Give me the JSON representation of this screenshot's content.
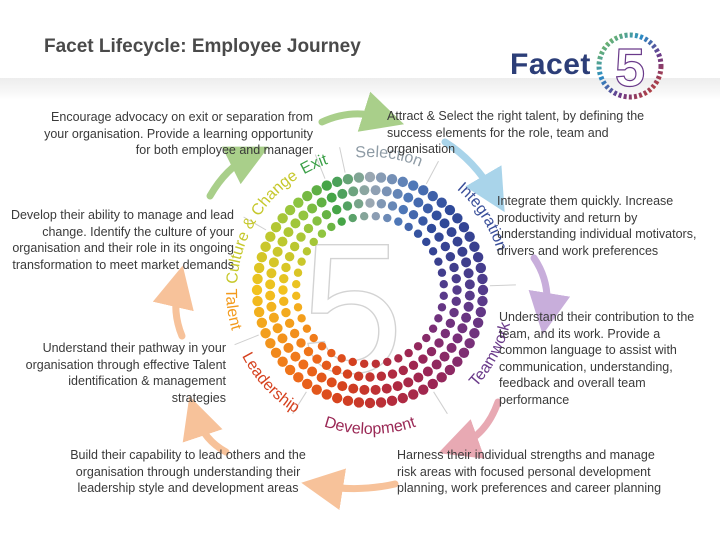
{
  "title": "Facet Lifecycle: Employee Journey",
  "logo": {
    "text": "Facet",
    "number": "5"
  },
  "center_number": "5",
  "stages": [
    {
      "label": "Selection",
      "color": "#8e9ba5"
    },
    {
      "label": "Integration",
      "color": "#3a4f9a"
    },
    {
      "label": "Teamwork",
      "color": "#6a3a8a"
    },
    {
      "label": "Development",
      "color": "#9a2855"
    },
    {
      "label": "Leadership",
      "color": "#d5411e"
    },
    {
      "label": "Talent",
      "color": "#f39a1c"
    },
    {
      "label": "Culture & Change",
      "color": "#c6c82c"
    },
    {
      "label": "Exit",
      "color": "#3ca048"
    }
  ],
  "descriptions": {
    "selection": "Attract & Select the right talent, by defining the  success elements for the role, team and organisation",
    "integration": "Integrate them quickly. Increase productivity and return by understanding individual motivators, drivers and work preferences",
    "teamwork": "Understand their contribution to the team, and its work. Provide a common language to assist with communication, understanding, feedback and overall team performance",
    "development": "Harness their individual strengths and manage risk areas with focused personal development planning, work preferences and career planning",
    "leadership": "Build their capability to lead others and the organisation through understanding their leadership style and development areas",
    "talent": "Understand their pathway in your organisation through effective Talent identification & management strategies",
    "culture": "Develop their ability to manage and lead change.  Identify the culture of your organisation and their role in its ongoing transformation to meet market demands",
    "exit": "Encourage advocacy on exit or separation from your organisation. Provide a learning opportunity for both employee and manager"
  },
  "arrow_colors": [
    "#a9cf8a",
    "#a9d4ea",
    "#c8aedb",
    "#e8a9b3",
    "#f7c29a",
    "#f7c29a",
    "#f7c29a",
    "#a9cf8a"
  ]
}
